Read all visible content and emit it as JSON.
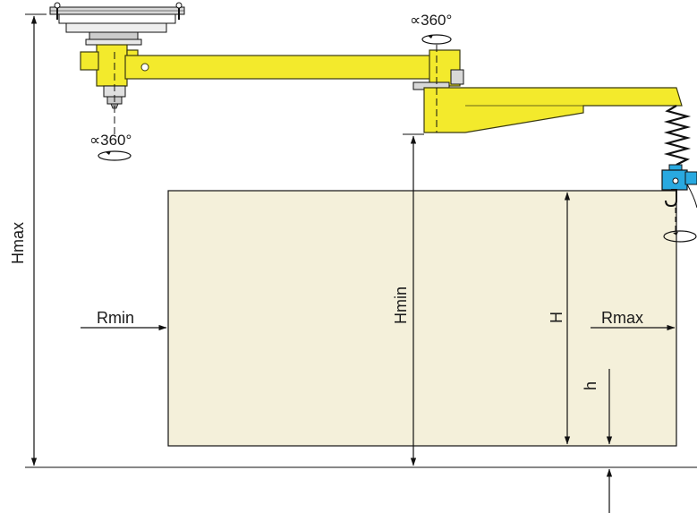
{
  "labels": {
    "rotation_top": "∝360°",
    "rotation_base": "∝360°",
    "hmax": "Hmax",
    "hmin": "Hmin",
    "h_upper": "H",
    "h_lower": "h",
    "rmin": "Rmin",
    "rmax": "Rmax"
  },
  "colors": {
    "arm_yellow": "#f3ea2c",
    "arm_stroke": "#3a3a10",
    "workspace_fill": "#f4f0da",
    "hoist_blue": "#29a9e0",
    "line": "#111111",
    "base_gray": "#d8d8d8"
  }
}
